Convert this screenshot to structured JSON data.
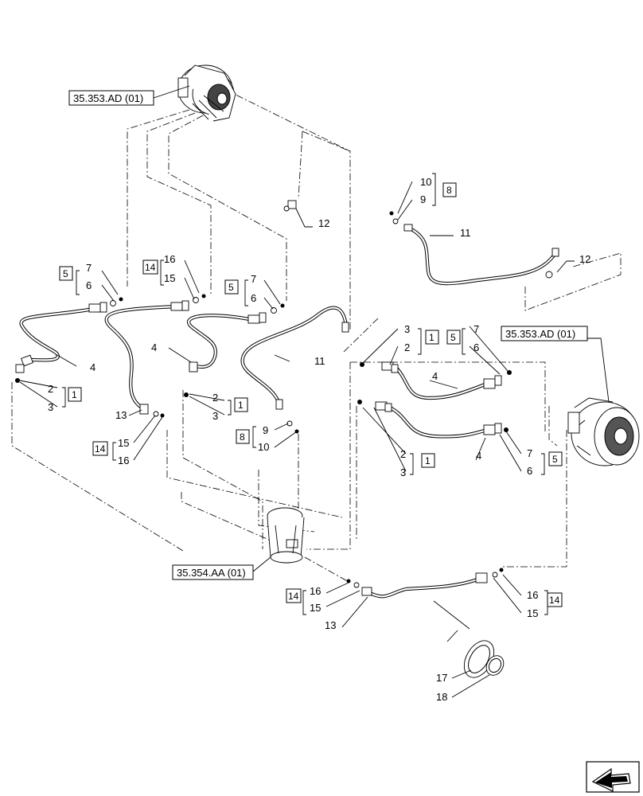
{
  "references": {
    "motor_top": "35.353.AD (01)",
    "motor_right": "35.353.AD (01)",
    "swivel": "35.354.AA (01)"
  },
  "callouts": {
    "n1": "1",
    "n2": "2",
    "n3": "3",
    "n4": "4",
    "n5": "5",
    "n6": "6",
    "n7": "7",
    "n8": "8",
    "n9": "9",
    "n10": "10",
    "n11": "11",
    "n12": "12",
    "n13": "13",
    "n14": "14",
    "n15": "15",
    "n16": "16",
    "n17": "17",
    "n18": "18"
  },
  "icons": {
    "nav": "arrow-left-icon"
  }
}
